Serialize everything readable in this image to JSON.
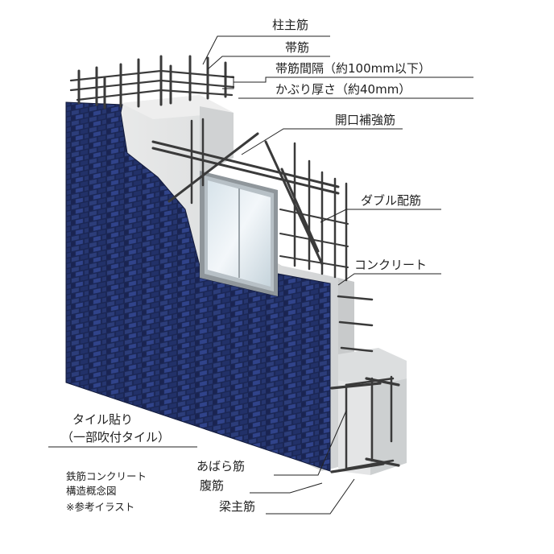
{
  "labels": {
    "hashira_shukin": "柱主筋",
    "obikin": "帯筋",
    "obikin_kankaku": "帯筋間隔（約100mm以下）",
    "kaburi": "かぶり厚さ（約40mm）",
    "kaikou_hokyo": "開口補強筋",
    "double_haikin": "ダブル配筋",
    "concrete": "コンクリート",
    "tile_1": "タイル貼り",
    "tile_2": "（一部吹付タイル）",
    "abara": "あばら筋",
    "fukkin": "腹筋",
    "hari_shukin": "梁主筋"
  },
  "caption": {
    "line1": "鉄筋コンクリート",
    "line2": "構造概念図",
    "line3": "※参考イラスト"
  },
  "colors": {
    "tile": "#1f2c5e",
    "tile_dark": "#141c3f",
    "tile_light": "#34478a",
    "concrete": "#e3e4e4",
    "concrete_shade": "#c9cbcc",
    "rebar": "#3a3a3a",
    "leader": "#222222"
  }
}
